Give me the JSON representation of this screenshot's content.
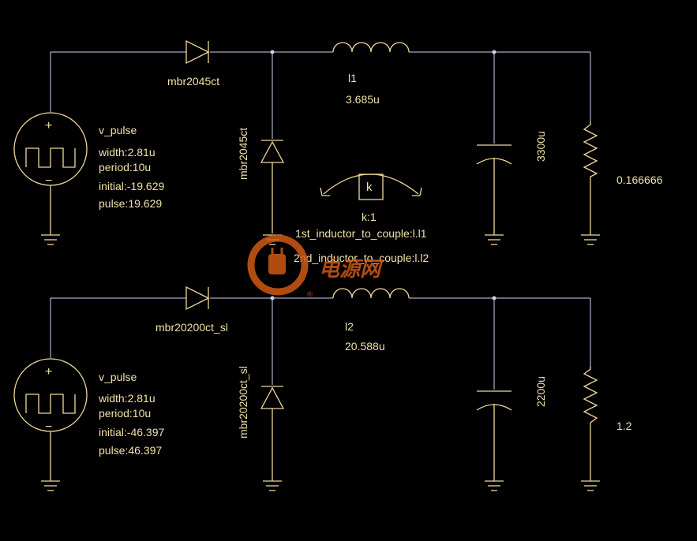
{
  "colors": {
    "background": "#000000",
    "wire": "#c8d4f0",
    "component": "#f0d89c",
    "label": "#f0e0a8",
    "watermark": "#d05a14"
  },
  "top": {
    "diode": {
      "label": "mbr2045ct"
    },
    "freewheel_diode": {
      "label": "mbr2045ct"
    },
    "inductor": {
      "name": "l1",
      "value": "3.685u"
    },
    "capacitor": {
      "value": "3300u"
    },
    "resistor": {
      "value": "0.166666"
    },
    "source": {
      "name": "v_pulse",
      "width": "width:2.81u",
      "period": "period:10u",
      "initial": "initial:-19.629",
      "pulse": "pulse:19.629",
      "plus": "+",
      "minus": "−"
    }
  },
  "bottom": {
    "diode": {
      "label": "mbr20200ct_sl"
    },
    "freewheel_diode": {
      "label": "mbr20200ct_sl"
    },
    "inductor": {
      "name": "l2",
      "value": "20.588u"
    },
    "capacitor": {
      "value": "2200u"
    },
    "resistor": {
      "value": "1.2"
    },
    "source": {
      "name": "v_pulse",
      "width": "width:2.81u",
      "period": "period:10u",
      "initial": "initial:-46.397",
      "pulse": "pulse:46.397",
      "plus": "+",
      "minus": "−"
    }
  },
  "coupling": {
    "symbol": "k",
    "value": "k:1",
    "first": "1st_inductor_to_couple:l.l1",
    "second": "2nd_inductor_to_couple:l.l2"
  },
  "watermark": {
    "text": "电源网",
    "reg": "®"
  }
}
